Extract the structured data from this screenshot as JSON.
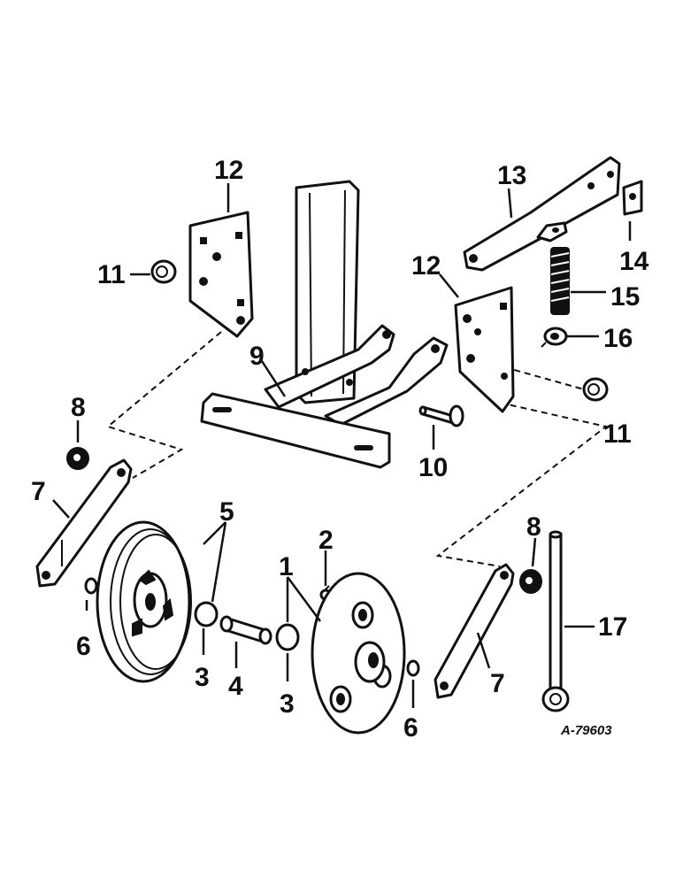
{
  "callouts": {
    "c1": "1",
    "c2": "2",
    "c3a": "3",
    "c3b": "3",
    "c4": "4",
    "c5": "5",
    "c6a": "6",
    "c6b": "6",
    "c7a": "7",
    "c7b": "7",
    "c8a": "8",
    "c8b": "8",
    "c9": "9",
    "c10": "10",
    "c11a": "11",
    "c11b": "11",
    "c12a": "12",
    "c12b": "12",
    "c13": "13",
    "c14": "14",
    "c15": "15",
    "c16": "16",
    "c17": "17"
  },
  "reference": "A-79603"
}
